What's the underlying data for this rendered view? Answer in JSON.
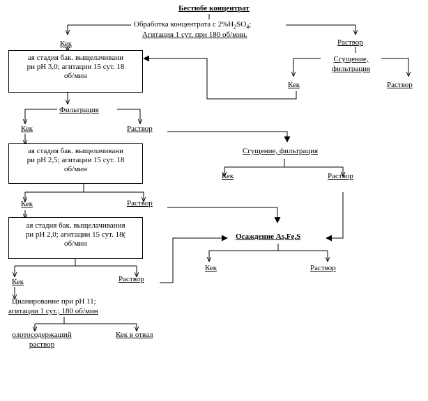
{
  "title": "Бестюбе концентрат",
  "pretreatment": {
    "line1_pre": "Обработка концентрата с 2%H",
    "line1_sub1": "2",
    "line1_mid": "SO",
    "line1_sub2": "4",
    "line1_post": ";",
    "line2": "Агитация 1 сут. при 180 об/мин."
  },
  "stage1": {
    "line1": "ая стадия бак. выщелачивани",
    "line2": "ри pH 3,0; агитации 15 сут. 18",
    "line3": "об/мин"
  },
  "stage2": {
    "line1": "ая стадия бак. выщелачивани",
    "line2": "ри pH 2,5; агитации 15 сут. 18",
    "line3": "об/мин"
  },
  "stage3": {
    "line1": "ая стадия бак. выщелачивания",
    "line2": "ри pH 2,0; агитации 15 сут. 18(",
    "line3": "об/мин"
  },
  "labels": {
    "kek": "Кек",
    "rastvor": "Раствор",
    "filtration": "Фильтрация",
    "thickening_line1": "Сгущение,",
    "thickening_line2": "фильтрация",
    "thickening_full": "Сгущение, фильтрация",
    "precipitation": "Осаждение As,Fe,S",
    "cyanide_line1": "Цианирование при pH 11;",
    "cyanide_line2": "агитации 1 сут.; 180 об/мин",
    "gold_line1": "олотосодержащий",
    "gold_line2": "раствор",
    "tailings": "Кек в отвал"
  }
}
